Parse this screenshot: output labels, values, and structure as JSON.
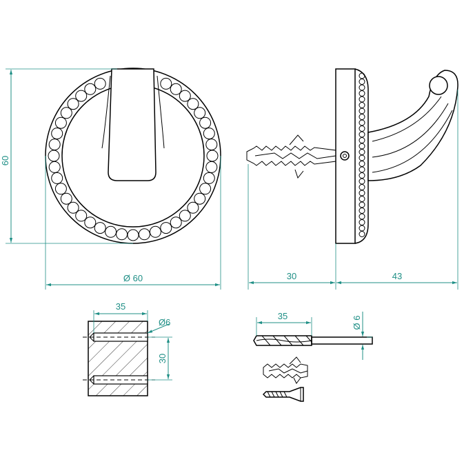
{
  "dimensions": {
    "front_height": "60",
    "front_diameter": "Ø 60",
    "side_depth": "30",
    "side_projection": "43",
    "block_width": "35",
    "block_hole_diameter": "Ø6",
    "block_hole_spacing": "30",
    "drill_length": "35",
    "drill_diameter": "Ø 6"
  },
  "colors": {
    "dimension": "#1f8f86",
    "drawing": "#000000"
  }
}
